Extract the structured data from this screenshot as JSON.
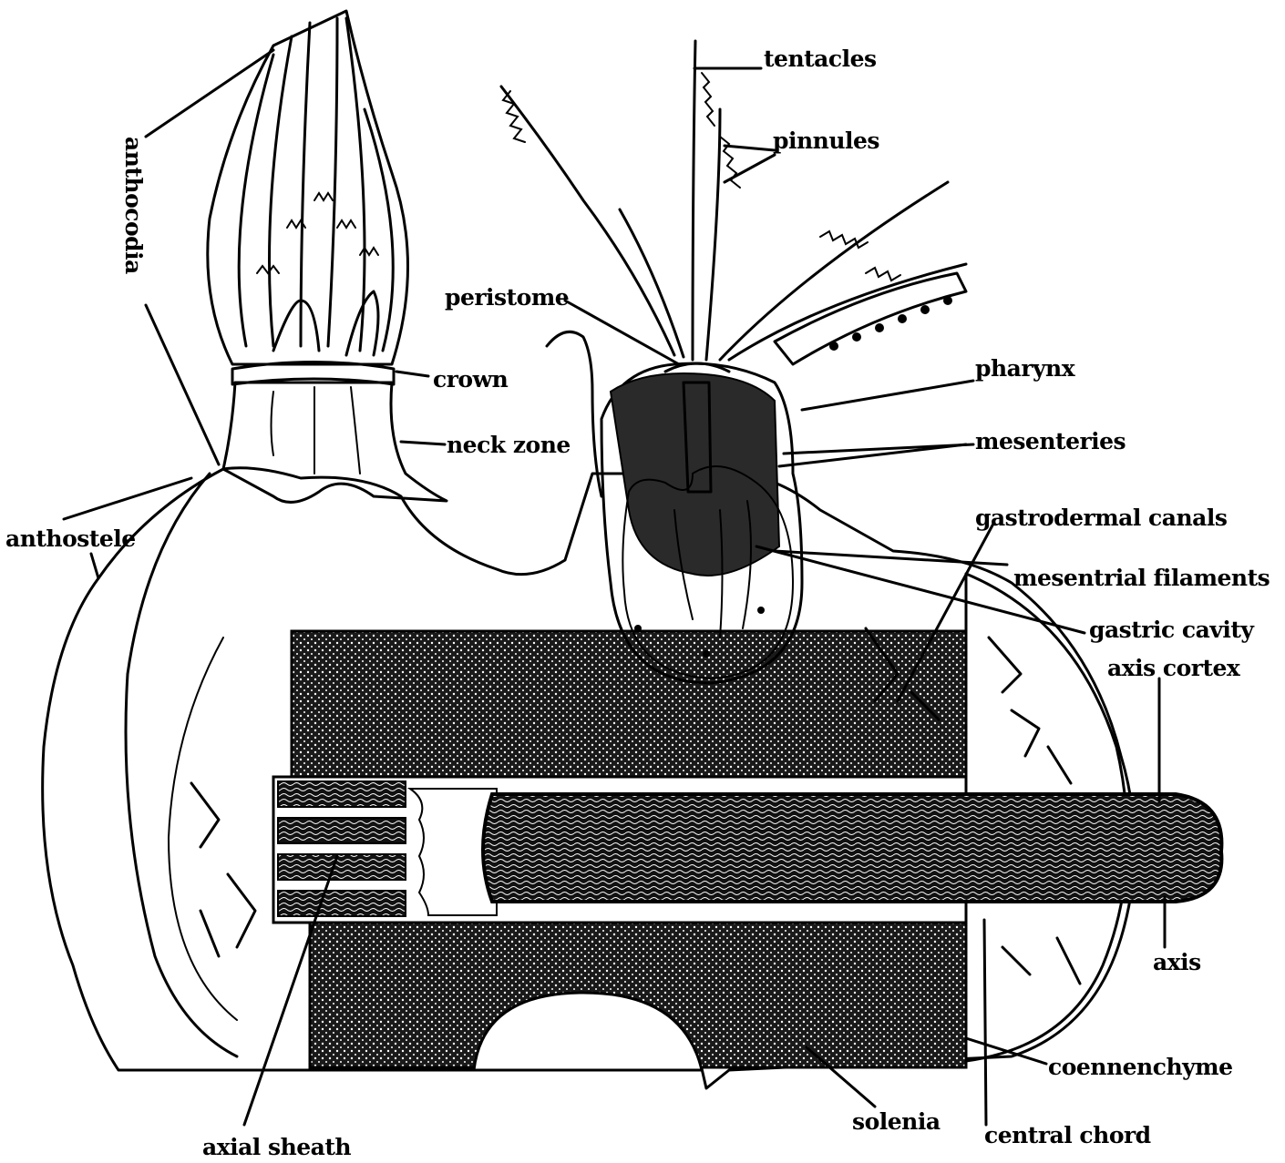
{
  "labels": {
    "tentacles": "tentacles",
    "pinnules": "pinnules",
    "anthocodia": "anthocodia",
    "peristome": "peristome",
    "crown": "crown",
    "pharynx": "pharynx",
    "neck_zone": "neck zone",
    "mesenteries": "mesenteries",
    "anthostele": "anthostele",
    "gastrodermal_canals": "gastrodermal canals",
    "mesentrial_filaments": "mesentrial filaments",
    "gastric_cavity": "gastric cavity",
    "axis_cortex": "axis cortex",
    "axis": "axis",
    "coennenchyme": "coennenchyme",
    "solenia": "solenia",
    "central_chord": "central chord",
    "axial_sheath": "axial sheath"
  },
  "colors": {
    "ink": "#000000",
    "paper": "#ffffff",
    "tissue_dark": "#1a1a1a",
    "tissue_stipple": "#555555"
  }
}
